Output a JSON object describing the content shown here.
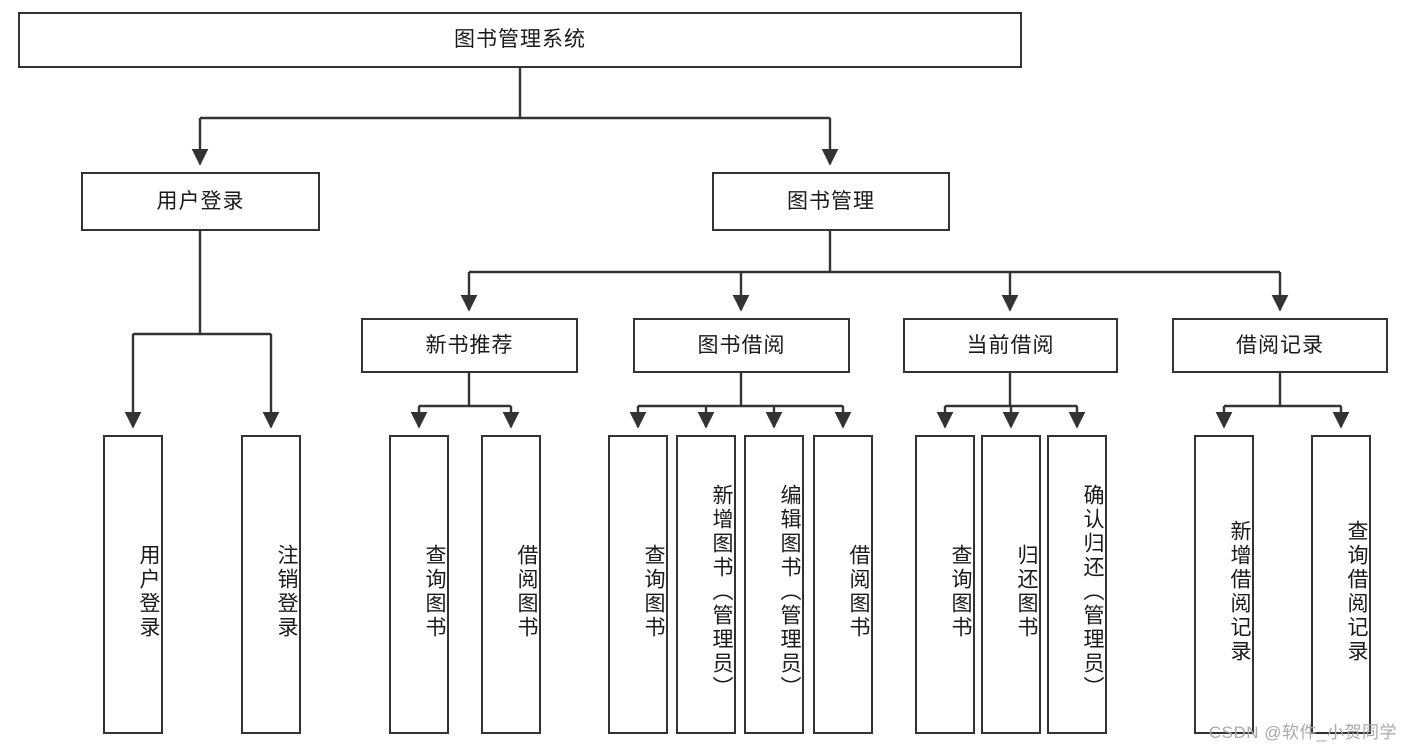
{
  "diagram": {
    "type": "tree-hierarchy",
    "title": "图书管理系统",
    "root": {
      "label": "图书管理系统"
    },
    "level1": [
      {
        "label": "用户登录"
      },
      {
        "label": "图书管理"
      }
    ],
    "level2": [
      {
        "label": "新书推荐"
      },
      {
        "label": "图书借阅"
      },
      {
        "label": "当前借阅"
      },
      {
        "label": "借阅记录"
      }
    ],
    "leaves": {
      "user_login": [
        {
          "label": "用户登录"
        },
        {
          "label": "注销登录"
        }
      ],
      "new_book_recommend": [
        {
          "label": "查询图书"
        },
        {
          "label": "借阅图书"
        }
      ],
      "book_borrow": [
        {
          "label": "查询图书"
        },
        {
          "label": "新增图书（管理员）"
        },
        {
          "label": "编辑图书（管理员）"
        },
        {
          "label": "借阅图书"
        }
      ],
      "current_borrow": [
        {
          "label": "查询图书"
        },
        {
          "label": "归还图书"
        },
        {
          "label": "确认归还（管理员）"
        }
      ],
      "borrow_record": [
        {
          "label": "新增借阅记录"
        },
        {
          "label": "查询借阅记录"
        }
      ]
    }
  },
  "watermark": {
    "text": "CSDN @软件_小贺同学"
  },
  "colors": {
    "stroke": "#333333",
    "background": "#ffffff",
    "text": "#1a1a1a",
    "watermark": "#a9a9a9"
  }
}
